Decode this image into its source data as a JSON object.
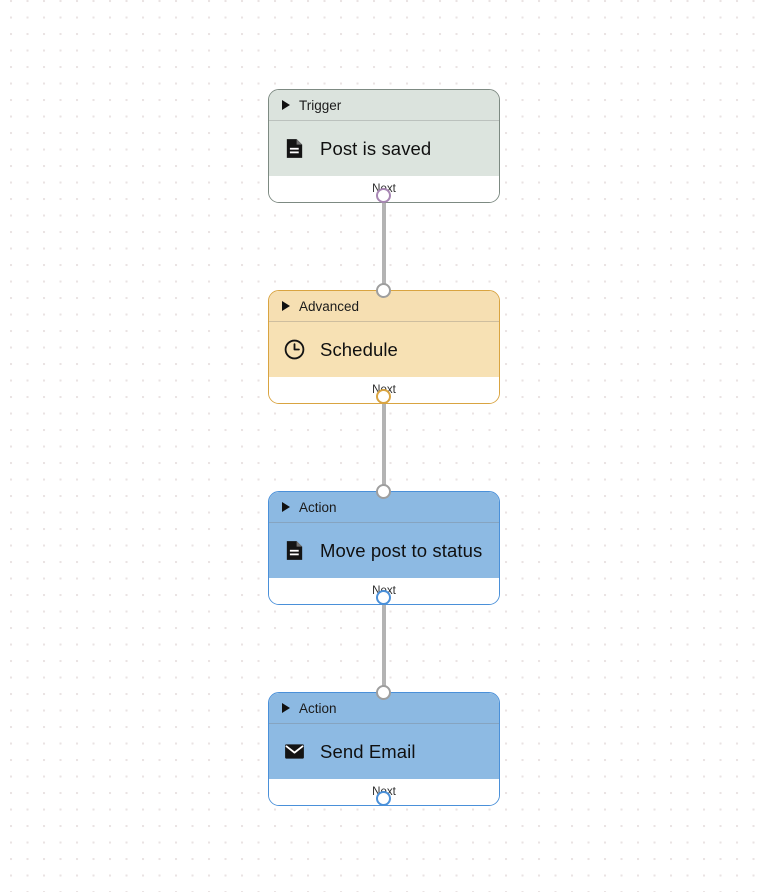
{
  "canvas": {
    "background_color": "#ffffff",
    "grid_dot_color": "#eae3e3",
    "connector_color": "#b3b3b3"
  },
  "nodes": [
    {
      "id": "trigger-post-is-saved",
      "category_label": "Trigger",
      "title": "Post is saved",
      "footer_label": "Next",
      "icon": "document-icon",
      "theme": "sage",
      "header_color": "#dbe3dd",
      "body_color": "#dce4de",
      "border_color": "#7d8a82"
    },
    {
      "id": "advanced-schedule",
      "category_label": "Advanced",
      "title": "Schedule",
      "footer_label": "Next",
      "icon": "clock-icon",
      "theme": "amber",
      "header_color": "#f6dfb2",
      "body_color": "#f7e1b4",
      "border_color": "#d9a441"
    },
    {
      "id": "action-move-post-to-status",
      "category_label": "Action",
      "title": "Move post to status",
      "footer_label": "Next",
      "icon": "document-icon",
      "theme": "blue",
      "header_color": "#8cb9e2",
      "body_color": "#8dbae3",
      "border_color": "#4a90d9"
    },
    {
      "id": "action-send-email",
      "category_label": "Action",
      "title": "Send Email",
      "footer_label": "Next",
      "icon": "envelope-icon",
      "theme": "blue",
      "header_color": "#8cb9e2",
      "body_color": "#8dbae3",
      "border_color": "#4a90d9"
    }
  ],
  "ports": [
    {
      "id": "port-trigger-out",
      "color": "#a887b4"
    },
    {
      "id": "port-schedule-in",
      "color": "#9e9e9e"
    },
    {
      "id": "port-schedule-out",
      "color": "#d9a441"
    },
    {
      "id": "port-move-post-in",
      "color": "#9e9e9e"
    },
    {
      "id": "port-move-post-out",
      "color": "#4a90d9"
    },
    {
      "id": "port-send-email-in",
      "color": "#9e9e9e"
    },
    {
      "id": "port-send-email-out",
      "color": "#4a90d9"
    }
  ]
}
